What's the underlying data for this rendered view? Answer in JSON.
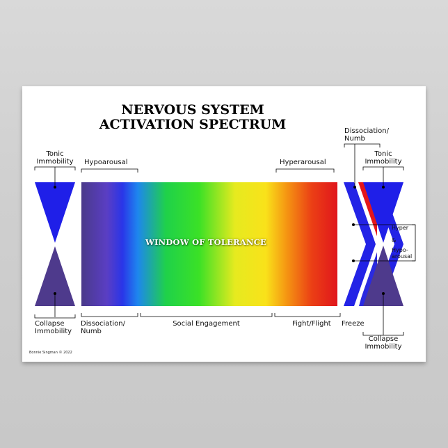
{
  "title_line1": "NERVOUS SYSTEM",
  "title_line2": "ACTIVATION SPECTRUM",
  "window_label": "WINDOW OF TOLERANCE",
  "labels": {
    "tonic_left_1": "Tonic",
    "tonic_left_2": "Immobility",
    "hypoarousal": "Hypoarousal",
    "hyperarousal": "Hyperarousal",
    "dissociation_top_1": "Dissociation/",
    "dissociation_top_2": "Numb",
    "tonic_right_1": "Tonic",
    "tonic_right_2": "Immobility",
    "hyper": "Hyper",
    "amp": "&",
    "hypo_1": "Hypo-",
    "hypo_2": "arousal",
    "collapse_left_1": "Collapse",
    "collapse_left_2": "Immobility",
    "dissociation_bottom_1": "Dissociation/",
    "dissociation_bottom_2": "Numb",
    "social_engagement": "Social Engagement",
    "fight_flight": "Fight/Flight",
    "freeze": "Freeze",
    "collapse_right_1": "Collapse",
    "collapse_right_2": "Immobility"
  },
  "credit": "Bonnie Singman © 2022",
  "colors": {
    "blue": "#1f1fe8",
    "purple": "#4e3a8c",
    "red": "#e4161b",
    "spectrum": [
      "#4a3a8a",
      "#5a3ec4",
      "#2a35e8",
      "#1e86ee",
      "#1fd14a",
      "#3be126",
      "#e6ea1f",
      "#f9e21a",
      "#f59712",
      "#eb3f15",
      "#e0161c"
    ]
  }
}
